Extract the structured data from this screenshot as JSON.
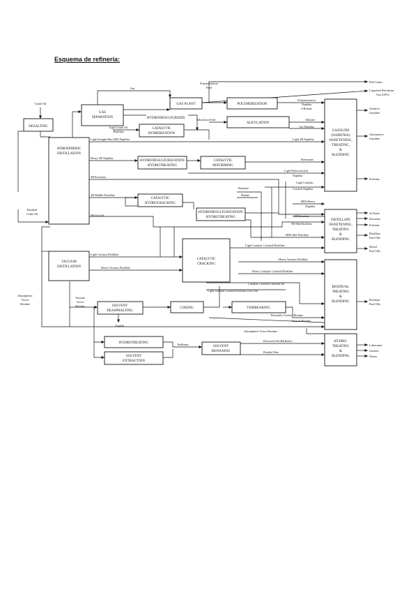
{
  "page": {
    "title": "Esquema de refinería:"
  },
  "units": {
    "desalting": [
      "DESALTING"
    ],
    "gas_separation": [
      "GAS",
      "SEPARATION"
    ],
    "gas_plant": [
      "GAS PLANT"
    ],
    "polymerization": [
      "POLYMERIZATION"
    ],
    "hydrodesulfurizer": [
      "HYDRODESULFURIZER"
    ],
    "catalytic_isomerization": [
      "CATALYTIC",
      "ISOMERIZATION"
    ],
    "alkylation": [
      "ALKYLATION"
    ],
    "atmospheric_distillation": [
      "ATMOSPHERIC",
      "DISTILLATION"
    ],
    "hds_hydrotreating_1": [
      "HYDRODESULFURIZATION/",
      "HYDROTREATING"
    ],
    "catalytic_reforming": [
      "CATALYTIC",
      "REFORMING"
    ],
    "catalytic_hydrocracking": [
      "CATALYTIC",
      "HYDROCRACKING"
    ],
    "hds_hydrotreating_2": [
      "HYDRODESULFURIZATION/",
      "HYDROTREATING"
    ],
    "gasoline_blending": [
      "GASOLINE",
      "(NAPHTHA)",
      "SWEETENING,",
      "TREATING,",
      "&",
      "BLENDING"
    ],
    "distillate_blending": [
      "DISTILLATE",
      "SWEETENING,",
      "TREATING",
      "&",
      "BLENDING"
    ],
    "vacuum_distillation": [
      "VACUUM",
      "DISTILLATION"
    ],
    "catalytic_cracking": [
      "CATALYTIC",
      "CRACKING"
    ],
    "residual_blending": [
      "RESIDUAL",
      "TREATING",
      "&",
      "BLENDING"
    ],
    "solvent_deasphalting": [
      "SOLVENT",
      "DEASPHALTING"
    ],
    "coking": [
      "COKING"
    ],
    "visbreaking": [
      "VISBREAKING"
    ],
    "hydrotreating": [
      "HYDROTREATING"
    ],
    "solvent_extraction": [
      "SOLVENT",
      "EXTRACTION"
    ],
    "solvent_dewaxing": [
      "SOLVENT",
      "DEWAXING"
    ],
    "hydrotreating_blending": [
      "HYDRO-",
      "TREATING",
      "&",
      "BLENDING"
    ]
  },
  "streams": {
    "crude_oil": "Crude Oil",
    "desalted_crude_1": "Desalted",
    "desalted_crude_2": "Crude Oil",
    "gas": "Gas",
    "poly_feed_1": "Polymerization",
    "poly_feed_2": "Feed",
    "poly_naphtha_1": "Polymerization",
    "poly_naphtha_2": "Naphtha",
    "poly_naphtha_3": "n-Butane",
    "light_crude_distillate_1": "Light Crude Oil",
    "light_crude_distillate_2": "Distillate",
    "alkylation_feed": "Alkylation Feed",
    "alkylate": "Alkylate",
    "iso_naphtha": "Iso-Naphtha",
    "light_sr_naphtha": "Light Straight Run (SR) Naphtha",
    "light_sr_naphtha_short": "Light SR Naphtha",
    "heavy_sr_naphtha": "Heavy SR Naphtha",
    "reformate": "Reformate",
    "light_hydrocracked_1": "Light Hydrocracked",
    "light_hydrocracked_2": "Naphtha",
    "sr_kerosene": "SR Kerosene",
    "light_cat_cracked_1": "Light Catalytic",
    "light_cat_cracked_2": "Cracked Naphtha",
    "butylene": "Butylene",
    "butane": "Butane",
    "sr_middle_distillate": "SR Middle Distillate",
    "hds_heavy_naphtha_1": "HDS Heavy",
    "hds_heavy_naphtha_2": "Naphtha",
    "sr_kerosene_2": "SR Kerosene",
    "sr_gas_oil": "SR Gas Oil",
    "sr_mid_distillate": "SR Mid Distillate",
    "hds_mid_distillate": "HDS Mid Distillate",
    "light_cat_cracked_distillate": "Light Catalytic Cracked Distillate",
    "light_vacuum_distillate": "Light Vacuum Distillate",
    "heavy_vacuum_distillate": "Heavy Vacuum Distillate",
    "heavy_vacuum_distillate_2": "Heavy Vacuum Distillate",
    "heavy_cat_cracked_distillate": "Heavy Catalytic Cracked Distillate",
    "cat_cracked_clarified_oil": "Catalytic Cracked Clarified Oil",
    "light_thermal_cracked_1": "Light Thermal Cracked Distillate (Gas Oil)",
    "atm_tower_residue_1": "Atmospheric",
    "atm_tower_residue_2": "Tower",
    "atm_tower_residue_3": "Residue",
    "vacuum_tower_residue_1": "Vacuum",
    "vacuum_tower_residue_2": "Tower",
    "vacuum_tower_residue_3": "Residue",
    "asphalt": "Asphalt",
    "thermally_cracked_residue": "Thermally Cracked Residue",
    "vacuum_residue": "Vacuum Residue",
    "atm_tower_residue_long": "Atmospheric Tower Residue",
    "raffinate": "Raffinate",
    "dewaxed_oil": "Dewaxed Oil (Raffinate)",
    "deoiled_wax": "Deoiled Wax"
  },
  "products": {
    "fuel_gases": "Fuel Gases",
    "lpg_1": "Liquefied Petroleum",
    "lpg_2": "Gas (LPG)",
    "aviation_gasoline_1": "Aviation",
    "aviation_gasoline_2": "Gasoline",
    "automotive_gasoline_1": "Automotive",
    "automotive_gasoline_2": "Gasoline",
    "solvents": "Solvents",
    "jet_fuels": "Jet Fuels",
    "kerosene": "Kerosene",
    "solvents_2": "Solvents",
    "distillate_fuel_oils_1": "Distillate",
    "distillate_fuel_oils_2": "Fuel Oils",
    "diesel_fuel_oils_1": "Diesel",
    "diesel_fuel_oils_2": "Fuel Oils",
    "residual_fuel_oils_1": "Residual",
    "residual_fuel_oils_2": "Fuel Oils",
    "lubricants": "Lubricants",
    "greases": "Greases",
    "waxes": "Waxes"
  }
}
